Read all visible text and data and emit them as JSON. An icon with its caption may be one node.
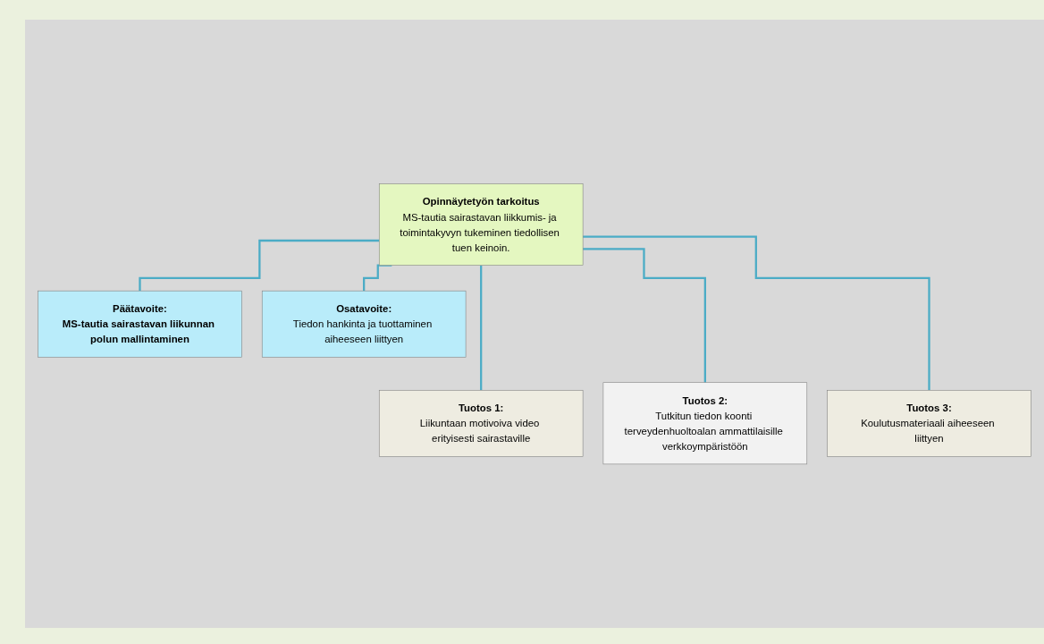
{
  "diagram": {
    "nodes": [
      {
        "text": [
          "Opinnäytetyön tarkoitus",
          "MS-tautia sairastavan liikkumis- ja toimintakyvyn tukeminen tiedollisen tuen keinoin."
        ]
      },
      {
        "text": [
          "Päätavoite:",
          "MS-tautia sairastavan liikunnan polun mallintaminen"
        ]
      },
      {
        "text": [
          "Osatavoite:",
          "Tiedon hankinta ja tuottaminen aiheeseen liittyen"
        ]
      },
      {
        "text": [
          "Tuotos 1:",
          "Liikuntaan motivoiva video erityisesti sairastaville"
        ]
      },
      {
        "text": [
          "Tuotos 2:",
          "Tutkitun tiedon koonti terveydenhuoltoalan ammattilaisille verkkoympäristöön"
        ]
      },
      {
        "text": [
          "Tuotos 3:",
          "Koulutusmateriaali aiheeseen liittyen"
        ]
      }
    ],
    "edges": [
      {
        "from": 0,
        "to": 1,
        "arrow": "none"
      },
      {
        "from": 0,
        "to": 2,
        "arrow": "none"
      },
      {
        "from": 0,
        "to": 3,
        "arrow": "none"
      },
      {
        "from": 0,
        "to": 4,
        "arrow": "none"
      },
      {
        "from": 0,
        "to": 5,
        "arrow": "none"
      }
    ]
  }
}
